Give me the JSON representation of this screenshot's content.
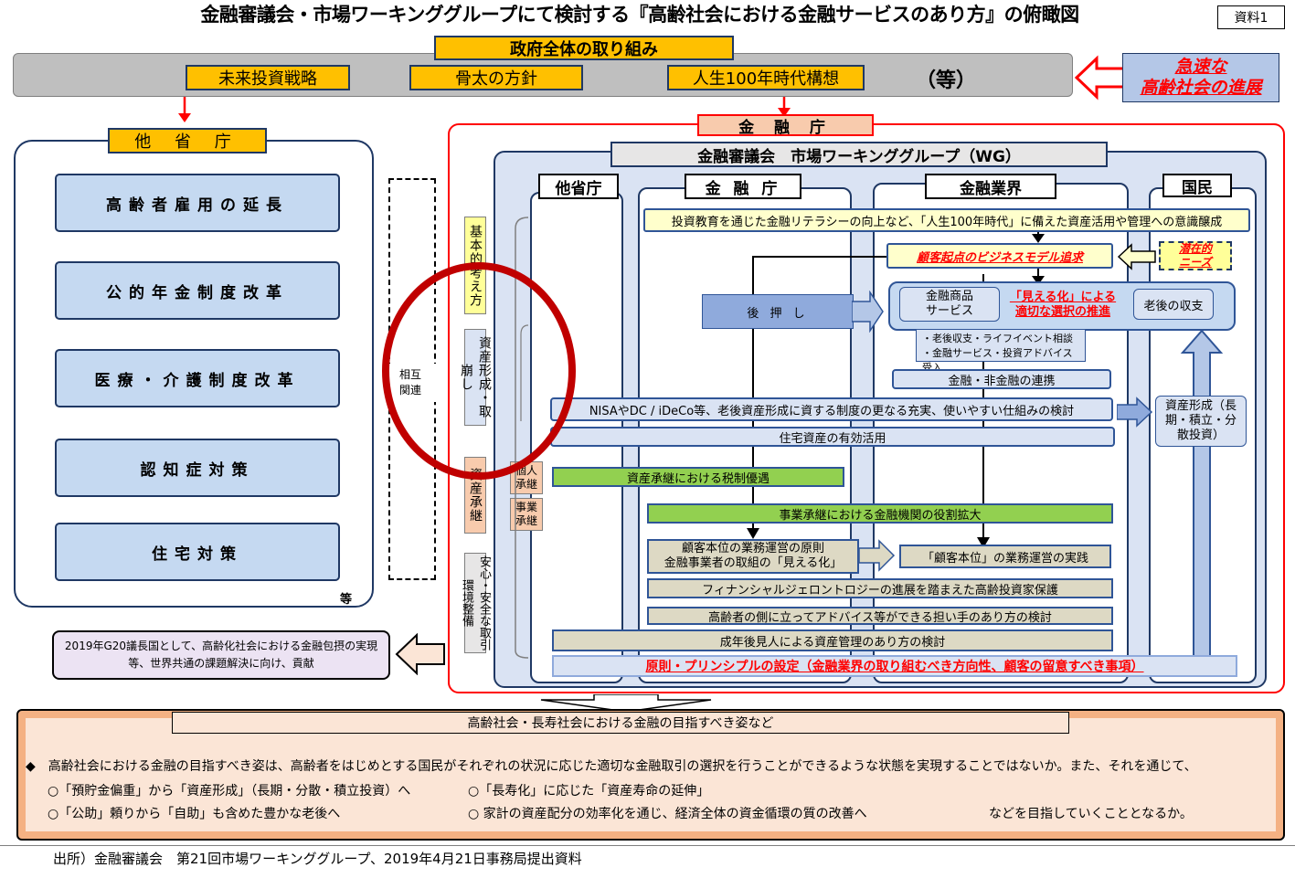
{
  "title": "金融審議会・市場ワーキンググループにて検討する『高齢社会における金融サービスのあり方』の俯瞰図",
  "doc_label": "資料1",
  "government": {
    "header": "政府全体の取り組み",
    "items": [
      "未来投資戦略",
      "骨太の方針",
      "人生100年時代構想"
    ],
    "etc": "（等）"
  },
  "rapid": [
    "急速な",
    "高齢社会の進展"
  ],
  "other_ministries": {
    "header": "他 省 庁",
    "items": [
      "高齢者雇用の延長",
      "公的年金制度改革",
      "医療・介護制度改革",
      "認知症対策",
      "住宅対策"
    ],
    "etc": "等"
  },
  "mutual": [
    "相互",
    "関連"
  ],
  "g20": "2019年G20議長国として、高齢化社会における金融包摂の実現等、世界共通の課題解決に向け、貢献",
  "fsa": {
    "header": "金 融 庁",
    "wg_title": "金融審議会　市場ワーキンググループ（WG）",
    "columns": [
      "他省庁",
      "金 融 庁",
      "金融業界",
      "国民"
    ],
    "categories": [
      "基本的考え方",
      "資産形成・取崩し",
      "資産承継",
      "安心・安全な取引環境整備"
    ],
    "sub_categories": [
      [
        "個人",
        "承継"
      ],
      [
        "事業",
        "承継"
      ]
    ],
    "literacy": "投資教育を通じた金融リテラシーの向上など、「人生100年時代」に備えた資産活用や管理への意識醸成",
    "business_model": "顧客起点のビジネスモデル追求",
    "latent_needs": [
      "潜在的",
      "ニーズ"
    ],
    "push": "後 押 し",
    "products": [
      "金融商品",
      "サービス"
    ],
    "visualize": [
      "「見える化」による",
      "適切な選択の推進"
    ],
    "retirement": "老後の収支",
    "consult": [
      "・老後収支・ライフイベント相談",
      "・金融サービス・投資アドバイス受入"
    ],
    "cooperation": "金融・非金融の連携",
    "nisa": "NISAやDC / iDeCo等、老後資産形成に資する制度の更なる充実、使いやすい仕組みの検討",
    "housing": "住宅資産の有効活用",
    "asset_building": [
      "資産形成（長",
      "期・積立・分",
      "散投資）"
    ],
    "tax": "資産承継における税制優遇",
    "succession": "事業承継における金融機関の役割拡大",
    "customer_first": [
      "顧客本位の業務運営の原則",
      "金融事業者の取組の「見える化」"
    ],
    "customer_practice": "「顧客本位」の業務運営の実践",
    "gerontology": "フィナンシャルジェロントロジーの進展を踏まえた高齢投資家保護",
    "advisor": "高齢者の側に立ってアドバイス等ができる担い手のあり方の検討",
    "guardian": "成年後見人による資産管理のあり方の検討",
    "principle": "原則・プリンシプルの設定（金融業界の取り組むべき方向性、顧客の留意すべき事項）"
  },
  "bottom": {
    "header": "高齢社会・長寿社会における金融の目指すべき姿など",
    "lead": "◆　高齢社会における金融の目指すべき姿は、高齢者をはじめとする国民がそれぞれの状況に応じた適切な金融取引の選択を行うことができるような状態を実現することではないか。また、それを通じて、",
    "items": [
      "○「預貯金偏重」から「資産形成」（長期・分散・積立投資）へ",
      "○「長寿化」に応じた「資産寿命の延伸」",
      "○「公助」頼りから「自助」も含めた豊かな老後へ",
      "○ 家計の資産配分の効率化を通じ、経済全体の資金循環の質の改善へ"
    ],
    "tail": "などを目指していくこととなるか。"
  },
  "source": "出所）金融審議会　第21回市場ワーキンググループ、2019年4月21日事務局提出資料"
}
